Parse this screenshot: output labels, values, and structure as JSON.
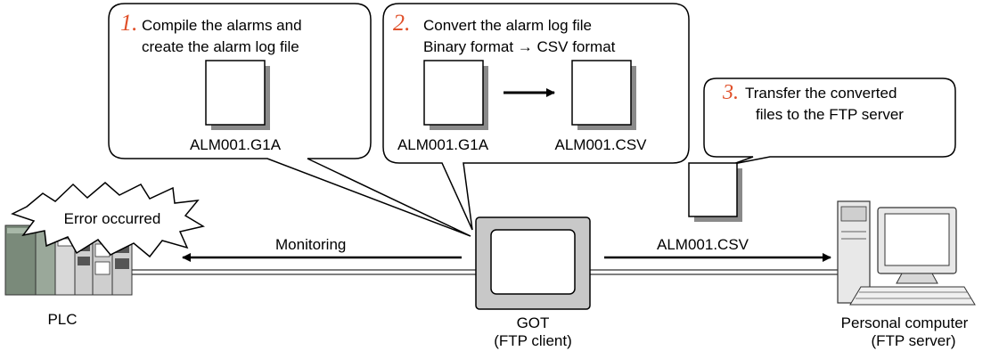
{
  "colors": {
    "step_number": "#e0502a",
    "line": "#000000",
    "shadow": "#8a8a8a",
    "device_gray": "#b8b8b8",
    "plc_dark": "#555555",
    "plc_green": "#8aa88a"
  },
  "steps": [
    {
      "number": "1.",
      "line1": "Compile the alarms and",
      "line2": "create the alarm log file"
    },
    {
      "number": "2.",
      "line1": "Convert the alarm log file",
      "line2": "Binary format → CSV format"
    },
    {
      "number": "3.",
      "line1": "Transfer the converted",
      "line2": "files to the FTP server"
    }
  ],
  "files": {
    "step1_file": "ALM001.G1A",
    "step2_source": "ALM001.G1A",
    "step2_target": "ALM001.CSV",
    "transfer_file": "ALM001.CSV"
  },
  "labels": {
    "error": "Error occurred",
    "monitoring": "Monitoring"
  },
  "devices": {
    "plc": "PLC",
    "got_line1": "GOT",
    "got_line2": "(FTP client)",
    "pc_line1": "Personal computer",
    "pc_line2": "(FTP server)"
  },
  "icons": [
    "document-icon",
    "arrow-right-icon",
    "plc-icon",
    "got-icon",
    "personal-computer-icon",
    "error-burst-icon"
  ]
}
